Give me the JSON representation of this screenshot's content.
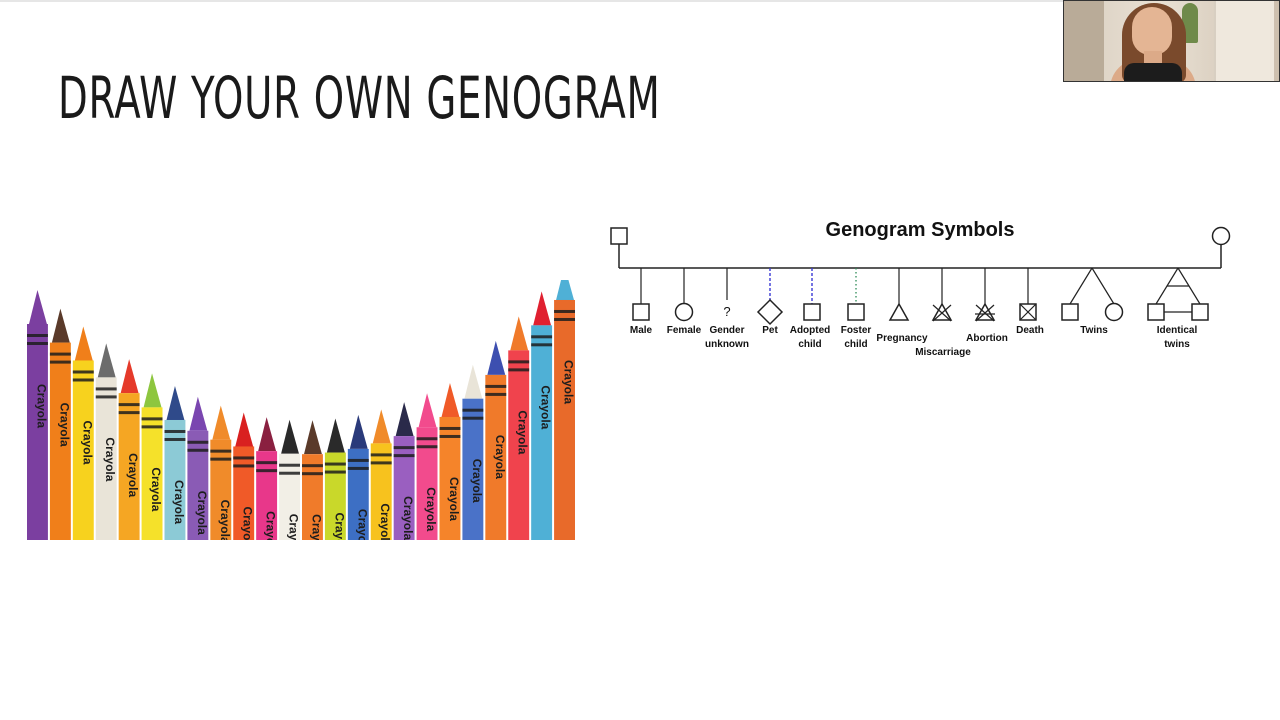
{
  "slide": {
    "title": "DRAW YOUR OWN GENOGRAM"
  },
  "crayon_image": {
    "brand_label": "Crayola",
    "colors": [
      "#7b3fa0",
      "#f07f1a",
      "#f7d21e",
      "#e9e4d8",
      "#f5a623",
      "#f5e12a",
      "#8ccad6",
      "#8a5bb5",
      "#f08b2a",
      "#f05a28",
      "#e8378a",
      "#f2efe6",
      "#f07b2a",
      "#c9d82a",
      "#3d6fc4",
      "#f7c21e",
      "#9a5fc0",
      "#f24b8d",
      "#f5842a",
      "#4a72c8",
      "#f07a2a",
      "#f0434d",
      "#4fb0d6",
      "#e86a2a"
    ],
    "tip_colors": [
      "#7b3fa0",
      "#5a3a2a",
      "#f07f1a",
      "#6c6c6c",
      "#e53a2a",
      "#8dc63f",
      "#2f4a8a",
      "#7a46b0",
      "#f08b2a",
      "#d92020",
      "#8a2040",
      "#2a2a2a",
      "#5a3a2a",
      "#2a2a2a",
      "#2a3a7a",
      "#f08b2a",
      "#2a2a4a",
      "#f24b8d",
      "#f05a28",
      "#e9e4d8",
      "#3d4fb0",
      "#f07a2a",
      "#e02030",
      "#4fb0d6",
      "#e86a2a"
    ]
  },
  "genogram": {
    "title": "Genogram Symbols",
    "labels": {
      "male": "Male",
      "female": "Female",
      "gender_unknown_l1": "Gender",
      "gender_unknown_l2": "unknown",
      "pet": "Pet",
      "adopted_l1": "Adopted",
      "adopted_l2": "child",
      "foster_l1": "Foster",
      "foster_l2": "child",
      "pregnancy": "Pregnancy",
      "miscarriage": "Miscarriage",
      "abortion": "Abortion",
      "death": "Death",
      "twins": "Twins",
      "identical_l1": "Identical",
      "identical_l2": "twins",
      "unknown_mark": "?"
    },
    "colors": {
      "line": "#222222",
      "adopted_line": "#3a3ad6",
      "foster_line": "#2e8b57"
    }
  },
  "webcam": {
    "description_icon": "presenter-video-feed"
  }
}
